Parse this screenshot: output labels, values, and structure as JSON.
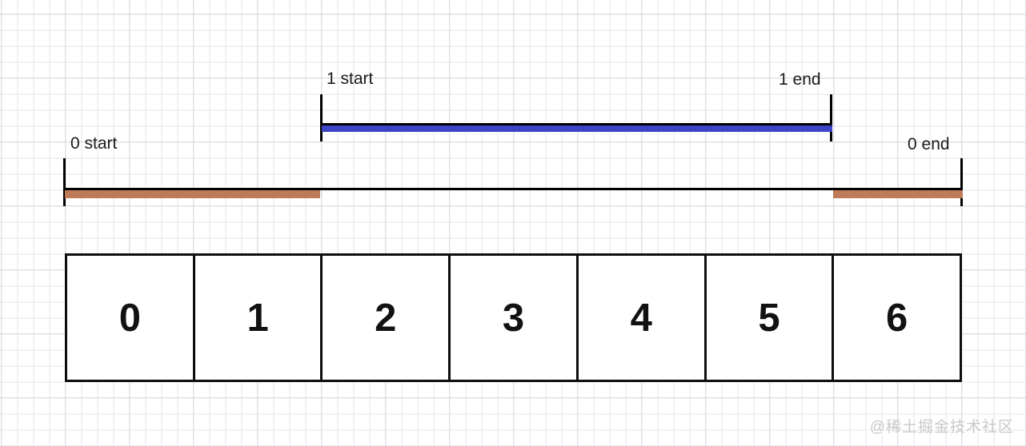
{
  "figure": {
    "description": "Two interval allocations drawn above a 7-slot array (ring buffer illustration)",
    "intervals": [
      {
        "name": "1",
        "start_label": "1 start",
        "end_label": "1 end",
        "bar_color": "#3d45c4",
        "covers_indices": [
          2,
          3,
          4,
          5
        ]
      },
      {
        "name": "0",
        "start_label": "0 start",
        "end_label": "0 end",
        "bar_color": "#bd7b58",
        "covers_indices": [
          0,
          1,
          6
        ]
      }
    ],
    "array_cells": [
      "0",
      "1",
      "2",
      "3",
      "4",
      "5",
      "6"
    ]
  },
  "watermark": "@稀土掘金技术社区"
}
